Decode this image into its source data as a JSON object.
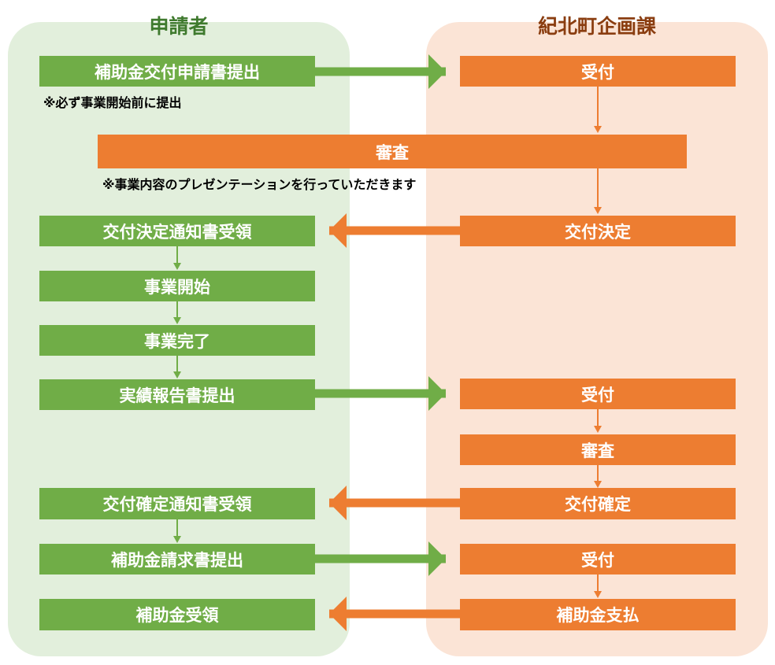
{
  "lanes": {
    "applicant": "申請者",
    "town": "紀北町企画課"
  },
  "applicant_steps": {
    "apply": "補助金交付申請書提出",
    "decision_receive": "交付決定通知書受領",
    "start": "事業開始",
    "complete": "事業完了",
    "report": "実績報告書提出",
    "confirm_receive": "交付確定通知書受領",
    "claim": "補助金請求書提出",
    "receive": "補助金受領"
  },
  "town_steps": {
    "accept1": "受付",
    "review1": "審査",
    "decision": "交付決定",
    "accept2": "受付",
    "review2": "審査",
    "confirm": "交付確定",
    "accept3": "受付",
    "pay": "補助金支払"
  },
  "notes": {
    "apply_note": "※必ず事業開始前に提出",
    "review_note": "※事業内容のプレゼンテーションを行っていただきます"
  },
  "colors": {
    "applicant": "#70ad47",
    "town": "#ed7d31",
    "applicant_lane": "#e2efdc",
    "town_lane": "#fbe4d6"
  }
}
